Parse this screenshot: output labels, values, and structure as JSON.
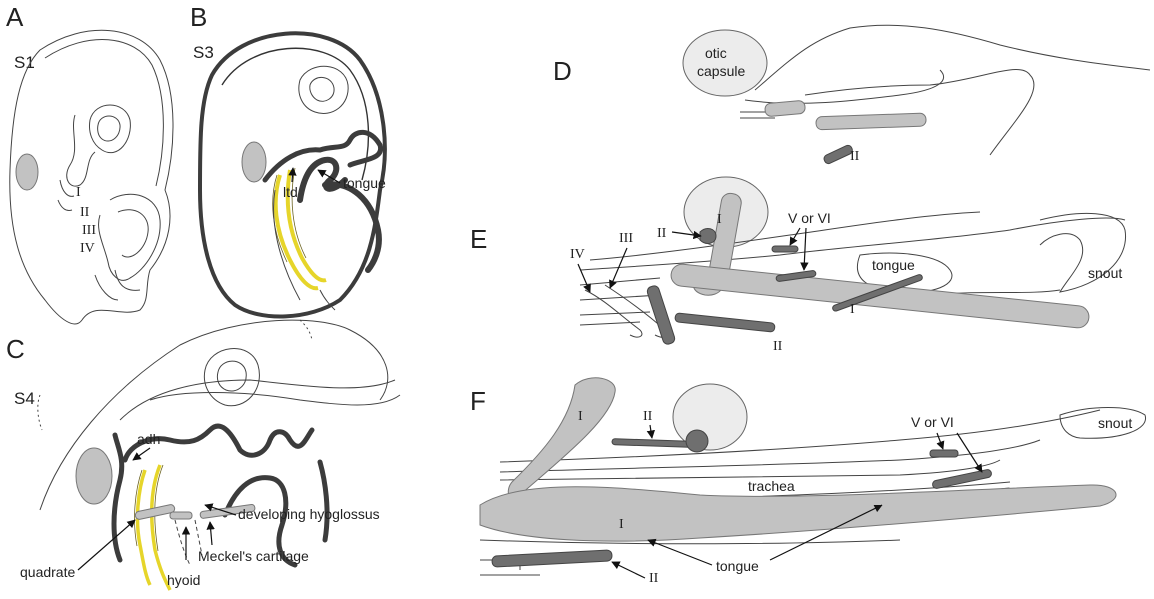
{
  "panels": {
    "A": {
      "letter": "A",
      "stage": "S1",
      "arches": [
        "I",
        "II",
        "III",
        "IV"
      ]
    },
    "B": {
      "letter": "B",
      "stage": "S3",
      "labels": {
        "tongue": "tongue",
        "ltd": "ltd"
      }
    },
    "C": {
      "letter": "C",
      "stage": "S4",
      "labels": {
        "adh": "adh",
        "hyoglossus": "developing hyoglossus",
        "meckel": "Meckel's cartilage",
        "hyoid": "hyoid",
        "quadrate": "quadrate"
      }
    },
    "D": {
      "letter": "D",
      "labels": {
        "otic_line1": "otic",
        "otic_line2": "capsule",
        "II": "II"
      }
    },
    "E": {
      "letter": "E",
      "labels": {
        "IV": "IV",
        "III": "III",
        "II": "II",
        "I": "I",
        "I_lower": "I",
        "II_lower": "II",
        "V_or_VI": "V or VI",
        "tongue": "tongue",
        "snout": "snout"
      }
    },
    "F": {
      "letter": "F",
      "labels": {
        "I": "I",
        "I_lower": "I",
        "II": "II",
        "II_lower": "II",
        "V_or_VI": "V or VI",
        "trachea": "trachea",
        "tongue": "tongue",
        "snout": "snout"
      }
    }
  },
  "colors": {
    "muscle_light": "#c2c2c2",
    "muscle_dark": "#6f6f6f",
    "capsule": "#ececec",
    "cartilage": "#e6d52a",
    "outline": "#3c3c3c"
  }
}
